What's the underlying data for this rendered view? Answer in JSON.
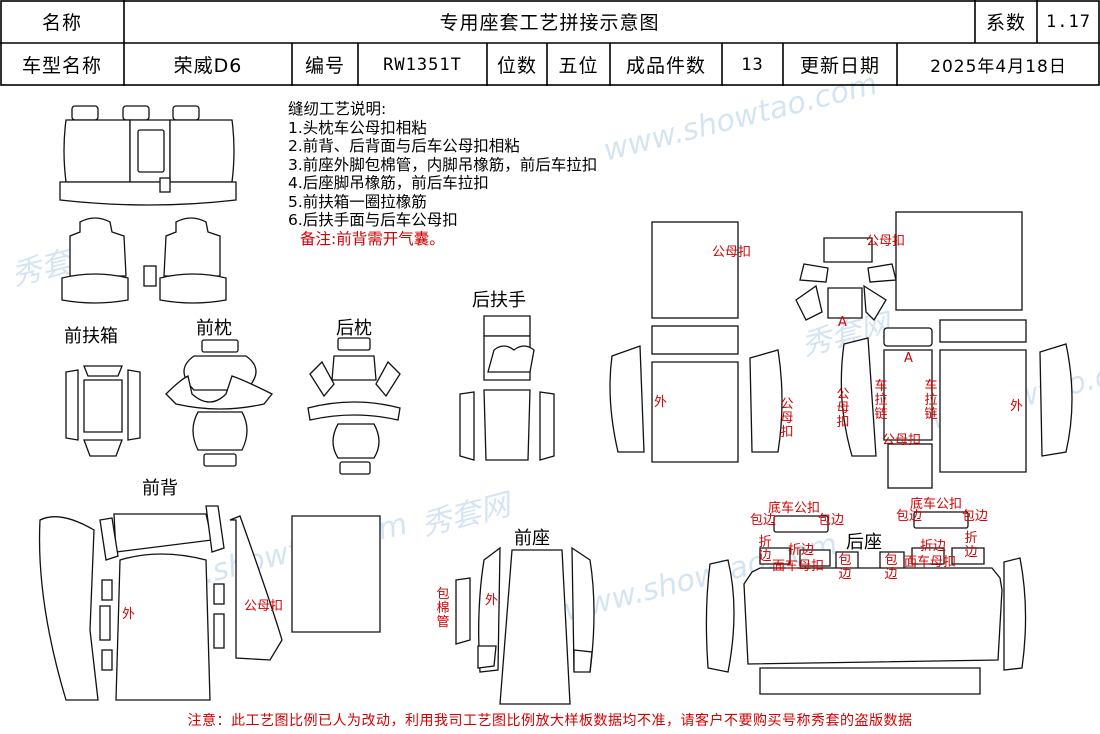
{
  "header": {
    "name_label": "名称",
    "title": "专用座套工艺拼接示意图",
    "coef_label": "系数",
    "coef_value": "1.17",
    "model_label": "车型名称",
    "model_value": "荣威D6",
    "code_label": "编号",
    "code_value": "RW1351T",
    "seats_label": "位数",
    "seats_value": "五位",
    "pieces_label": "成品件数",
    "pieces_value": "13",
    "date_label": "更新日期",
    "date_value": "2025年4月18日"
  },
  "notes": {
    "title": "缝纫工艺说明:",
    "items": [
      "1.头枕车公母扣相粘",
      "2.前背、后背面与后车公母扣相粘",
      "3.前座外脚包棉管，内脚吊橡筋，前后车拉扣",
      "4.后座脚吊橡筋，前后车拉扣",
      "5.前扶箱一圈拉橡筋",
      "6.后扶手面与后车公母扣"
    ],
    "remark": "备注:前背需开气囊。"
  },
  "section_labels": {
    "front_armbox": "前扶箱",
    "front_headrest": "前枕",
    "rear_headrest": "后枕",
    "rear_armrest": "后扶手",
    "front_back": "前背",
    "front_seat": "前座",
    "rear_seat": "后座"
  },
  "annotations": {
    "gongmukou": "公母扣",
    "wai": "外",
    "a": "A",
    "chelalian": "车拉链",
    "baomianguan": "包棉管",
    "diche_gongkou": "底车公扣",
    "diche_gongkou2": "底车公扣",
    "baobian": "包边",
    "zhebian": "折边",
    "mianche_mukou": "面车母扣"
  },
  "watermark": {
    "site": "www.showtao.com",
    "brand": "秀套网"
  },
  "footer": {
    "notice": "注意：此工艺图比例已人为改动，利用我司工艺图比例放大样板数据均不准，请客户不要购买号称秀套的盗版数据"
  }
}
